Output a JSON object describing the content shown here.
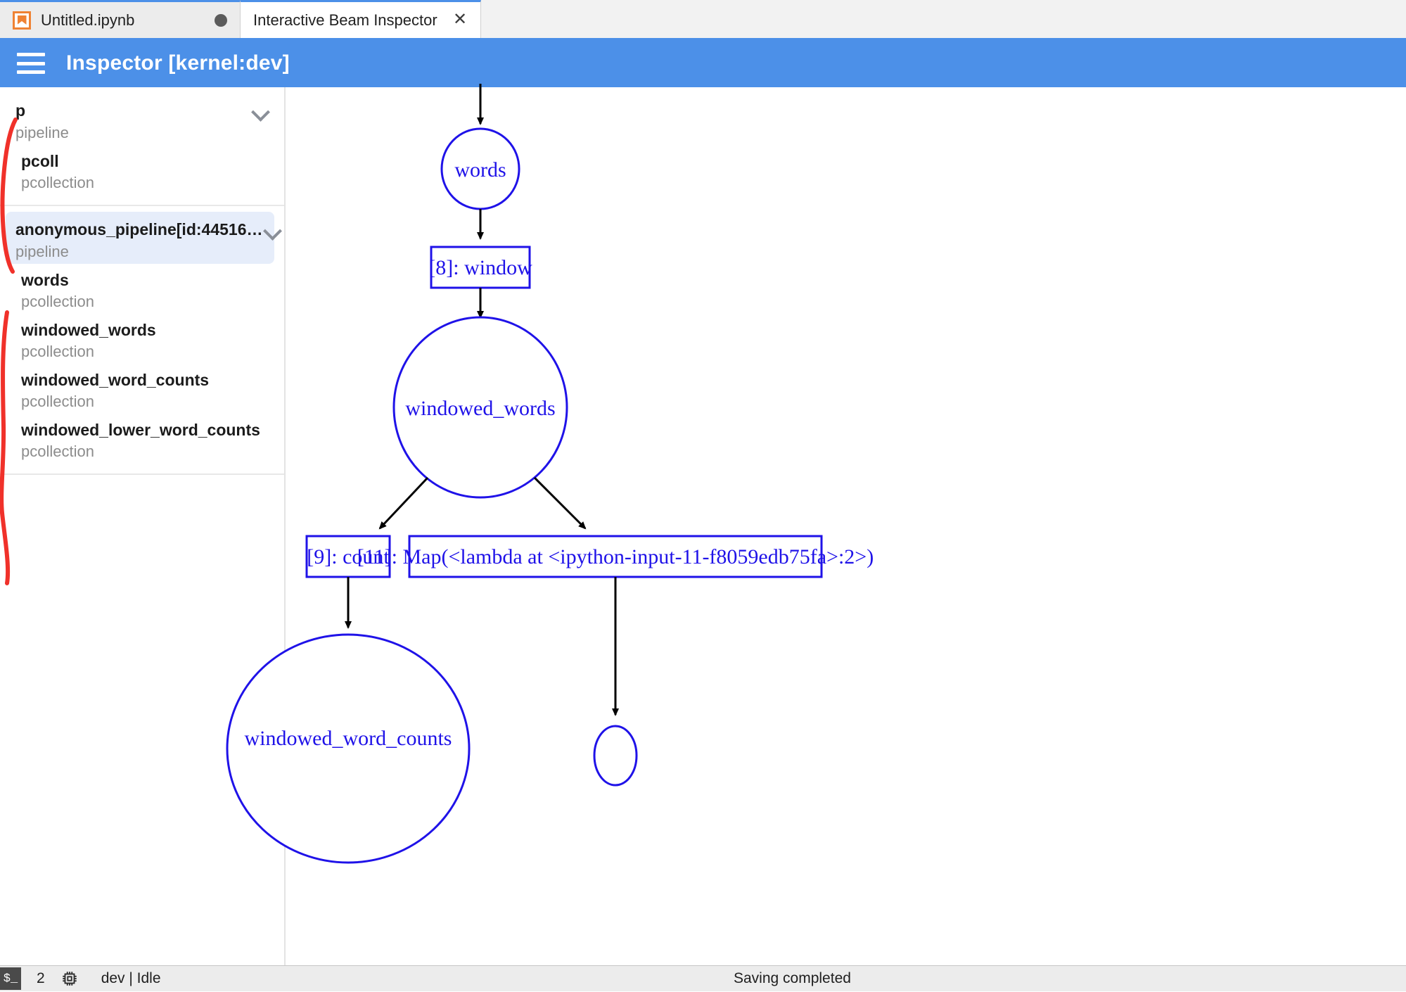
{
  "tabs": [
    {
      "label": "Untitled.ipynb",
      "icon": "notebook-icon",
      "state": "dirty",
      "active": false
    },
    {
      "label": "Interactive Beam Inspector",
      "icon": "close-icon",
      "state": "closeable",
      "active": true
    }
  ],
  "tab_close_glyph": "✕",
  "header": {
    "title": "Inspector [kernel:dev]",
    "menu_icon": "hamburger-icon",
    "background": "#4c90e8"
  },
  "sidebar": {
    "groups": [
      {
        "items": [
          {
            "name": "p",
            "type": "pipeline",
            "expandable": true,
            "selected": false,
            "indent": false
          },
          {
            "name": "pcoll",
            "type": "pcollection",
            "expandable": false,
            "selected": false,
            "indent": true
          }
        ]
      },
      {
        "items": [
          {
            "name": "anonymous_pipeline[id:44516…",
            "type": "pipeline",
            "expandable": true,
            "selected": true,
            "indent": false
          },
          {
            "name": "words",
            "type": "pcollection",
            "expandable": false,
            "selected": false,
            "indent": true
          },
          {
            "name": "windowed_words",
            "type": "pcollection",
            "expandable": false,
            "selected": false,
            "indent": true
          },
          {
            "name": "windowed_word_counts",
            "type": "pcollection",
            "expandable": false,
            "selected": false,
            "indent": true
          },
          {
            "name": "windowed_lower_word_counts",
            "type": "pcollection",
            "expandable": false,
            "selected": false,
            "indent": true
          }
        ]
      }
    ],
    "selected_bg": "#e6edfa",
    "annotation_color": "#f0312a"
  },
  "graph": {
    "node_color": "#1f12e8",
    "edge_color": "#000000",
    "nodes": [
      {
        "id": "words",
        "shape": "ellipse",
        "label": "words"
      },
      {
        "id": "window",
        "shape": "rectangle",
        "label": "[8]: window"
      },
      {
        "id": "windowed_words",
        "shape": "ellipse",
        "label": "windowed_words"
      },
      {
        "id": "count",
        "shape": "rectangle",
        "label": "[9]: count"
      },
      {
        "id": "map_lambda",
        "shape": "rectangle",
        "label": "[11]: Map(<lambda at <ipython-input-11-f8059edb75fa>:2>)"
      },
      {
        "id": "windowed_word_counts",
        "shape": "ellipse",
        "label": "windowed_word_counts"
      },
      {
        "id": "unnamed_small",
        "shape": "ellipse",
        "label": ""
      }
    ],
    "edges": [
      {
        "from": "(top)",
        "to": "words"
      },
      {
        "from": "words",
        "to": "window"
      },
      {
        "from": "window",
        "to": "windowed_words"
      },
      {
        "from": "windowed_words",
        "to": "count"
      },
      {
        "from": "windowed_words",
        "to": "map_lambda"
      },
      {
        "from": "count",
        "to": "windowed_word_counts"
      },
      {
        "from": "map_lambda",
        "to": "unnamed_small"
      }
    ]
  },
  "statusbar": {
    "terminal_icon": "terminal-icon",
    "terminal_glyph": "$_",
    "terminal_count": "2",
    "kernel_icon": "chip-icon",
    "kernel_status": "dev | Idle",
    "save_status": "Saving completed"
  }
}
